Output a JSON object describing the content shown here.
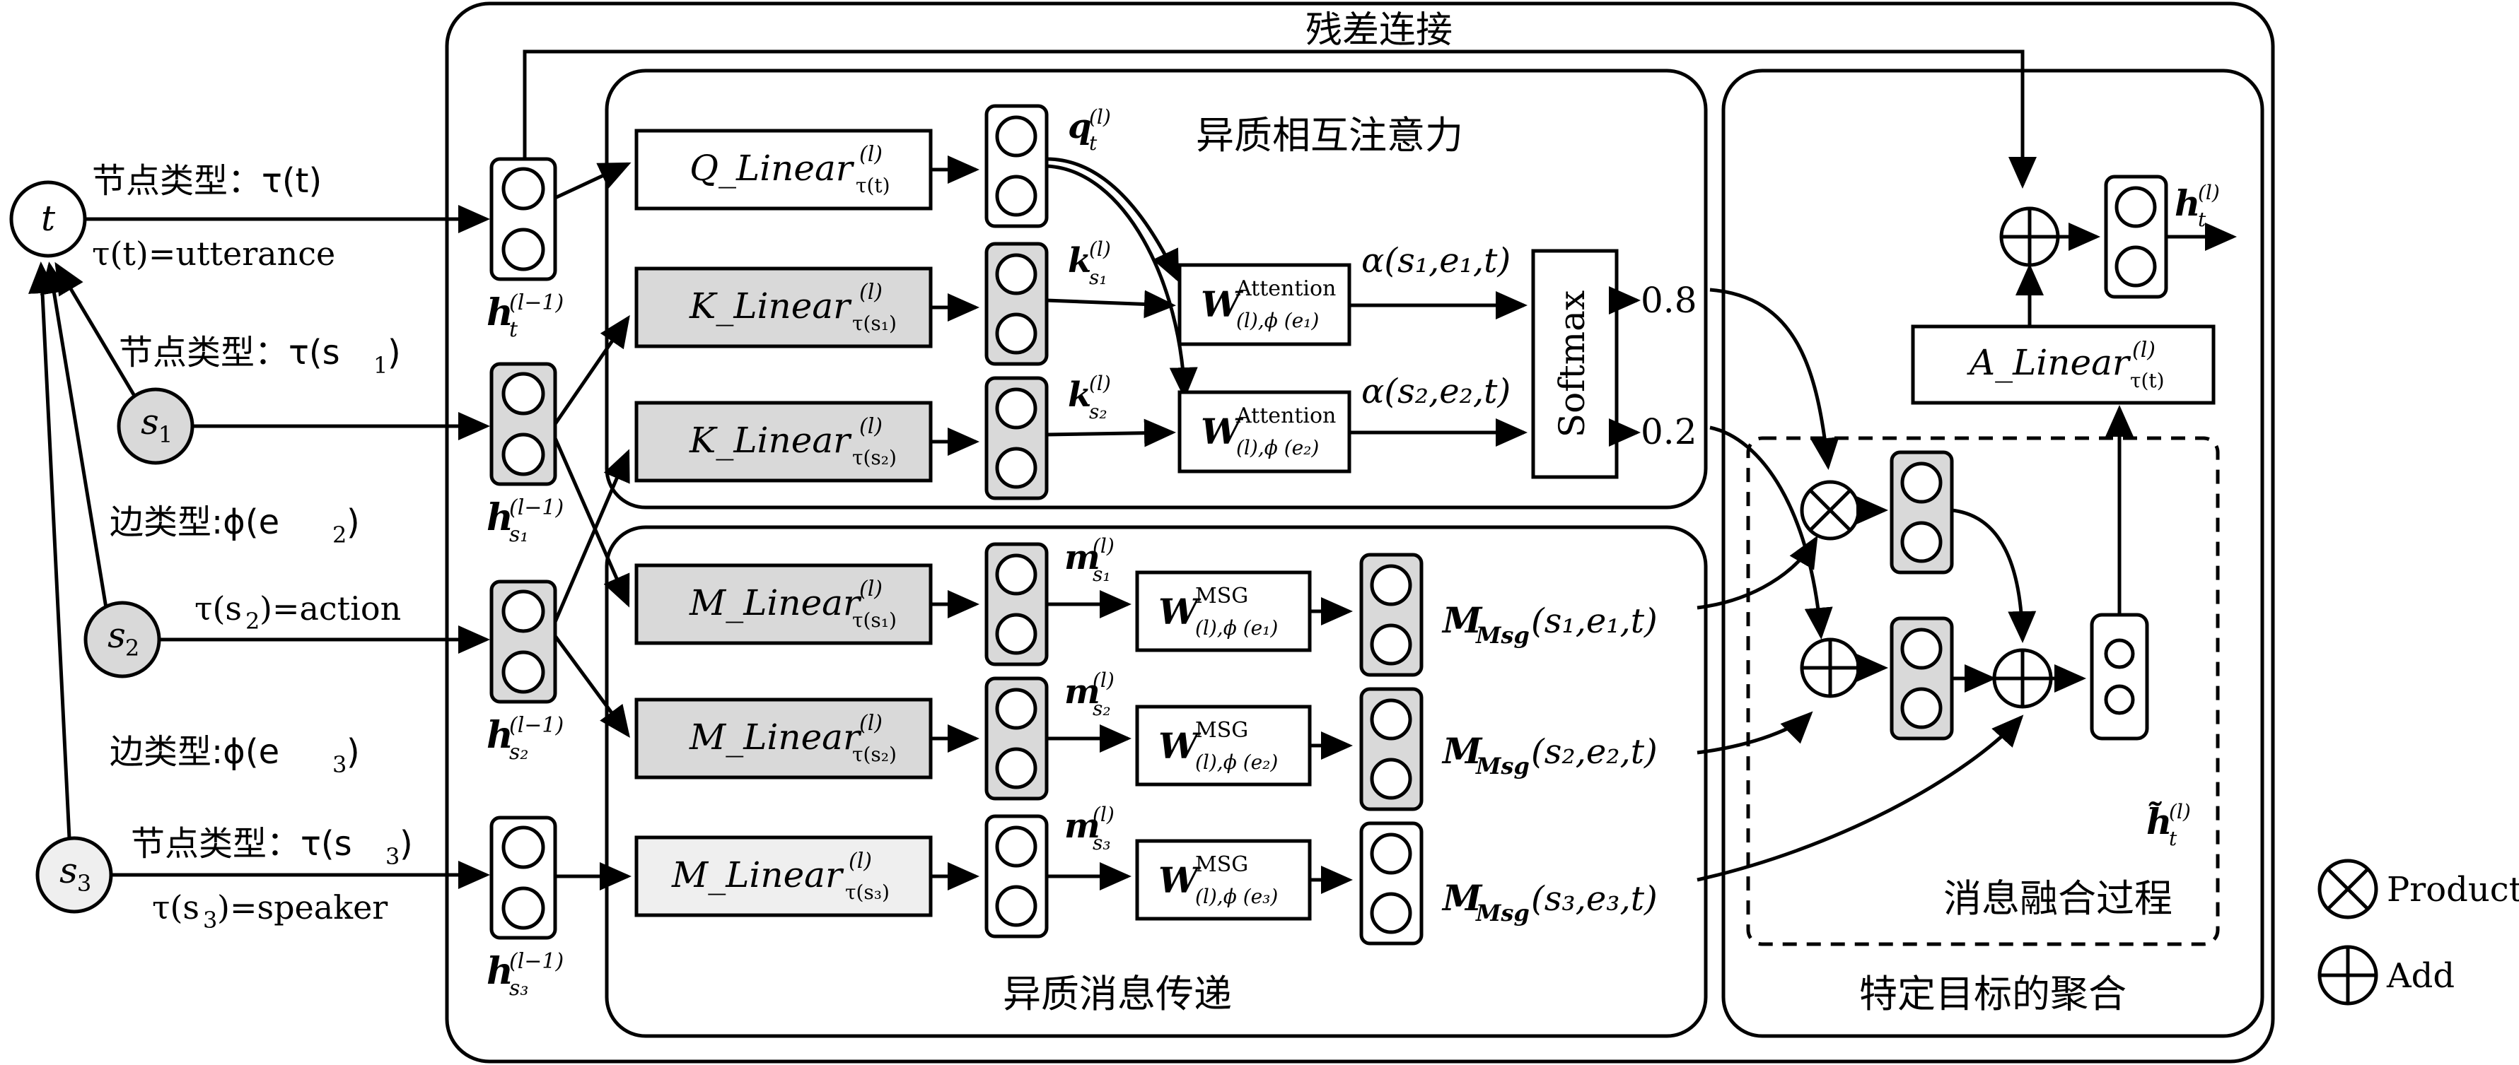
{
  "title_residual": "残差连接",
  "section_attention": "异质相互注意力",
  "section_message": "异质消息传递",
  "section_aggregation": "特定目标的聚合",
  "section_fusion": "消息融合过程",
  "nodes": {
    "t": "t",
    "s1": "s",
    "s1_sub": "1",
    "s2": "s",
    "s2_sub": "2",
    "s3": "s",
    "s3_sub": "3"
  },
  "labels": {
    "node_type_t": "节点类型：τ(t)",
    "tau_t_value": "τ(t)=utterance",
    "node_type_s1": "节点类型：τ(s",
    "node_type_s1_tail": ")",
    "edge_type_e2": "边类型:ϕ(e",
    "edge_type_e2_tail": ")",
    "tau_s2_value": "τ(s",
    "tau_s2_tail": ")=action",
    "edge_type_e3": "边类型:ϕ(e",
    "edge_type_e3_tail": ")",
    "node_type_s3": "节点类型：τ(s",
    "node_type_s3_tail": ")",
    "tau_s3_value": "τ(s",
    "tau_s3_tail": ")=speaker",
    "sub1": "1",
    "sub2": "2",
    "sub3": "3"
  },
  "vectors": {
    "h_t": "h",
    "h_t_sup": "(l−1)",
    "h_t_sub": "t",
    "h_s1": "h",
    "h_s1_sup": "(l−1)",
    "h_s1_sub": "s₁",
    "h_s2": "h",
    "h_s2_sup": "(l−1)",
    "h_s2_sub": "s₂",
    "h_s3": "h",
    "h_s3_sup": "(l−1)",
    "h_s3_sub": "s₃"
  },
  "linears": {
    "q": "Q_Linear",
    "k1": "K_Linear",
    "k2": "K_Linear",
    "m1": "M_Linear",
    "m2": "M_Linear",
    "m3": "M_Linear",
    "a": "A_Linear",
    "sup": "(l)",
    "sub_t": "τ(t)",
    "sub_s1": "τ(s₁)",
    "sub_s2": "τ(s₂)",
    "sub_s3": "τ(s₃)"
  },
  "attention": {
    "q_label": "q",
    "q_sup": "(l)",
    "q_sub": "t",
    "k1_label": "k",
    "k1_sup": "(l)",
    "k1_sub": "s₁",
    "k2_label": "k",
    "k2_sup": "(l)",
    "k2_sub": "s₂",
    "w_label": "W",
    "w_sup": "Attention",
    "w1_sub": "(l),ϕ (e₁)",
    "w2_sub": "(l),ϕ (e₂)",
    "alpha1": "α(s₁,e₁,t)",
    "alpha2": "α(s₂,e₂,t)",
    "softmax": "Softmax",
    "out1": "0.8",
    "out2": "0.2"
  },
  "message": {
    "m1_label": "m",
    "m1_sup": "(l)",
    "m1_sub": "s₁",
    "m2_label": "m",
    "m2_sup": "(l)",
    "m2_sub": "s₂",
    "m3_label": "m",
    "m3_sup": "(l)",
    "m3_sub": "s₃",
    "w_label": "W",
    "w_sup": "MSG",
    "w1_sub": "(l),ϕ (e₁)",
    "w2_sub": "(l),ϕ (e₂)",
    "w3_sub": "(l),ϕ (e₃)",
    "msg_M": "M",
    "msg_sub": "Msg",
    "msg1_args": "(s₁,e₁,t)",
    "msg2_args": "(s₂,e₂,t)",
    "msg3_args": "(s₃,e₃,t)"
  },
  "output": {
    "h_label": "h",
    "h_sup": "(l)",
    "h_sub": "t",
    "htilde_label": "h̃",
    "htilde_sup": "(l)",
    "htilde_sub": "t"
  },
  "legend": {
    "product": "Product",
    "add": "Add"
  },
  "colors": {
    "gray_fill": "#d9d9d9",
    "light_fill": "#efefef",
    "line": "#000000"
  }
}
